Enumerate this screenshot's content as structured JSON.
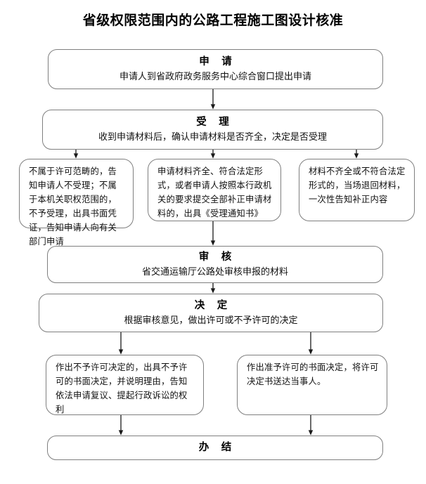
{
  "page": {
    "title": "省级权限范围内的公路工程施工图设计核准"
  },
  "flow": {
    "nodes": {
      "apply": {
        "head": "申 请",
        "body": "申请人到省政府政务服务中心综合窗口提出申请"
      },
      "accept": {
        "head": "受 理",
        "body": "收到申请材料后，确认申请材料是否齐全，决定是否受理"
      },
      "reject": {
        "body": "不属于许可范畴的，告知申请人不受理；不属于本机关职权范围的，不予受理，出具书面凭证，告知申请人向有关部门申请"
      },
      "complete": {
        "body": "申请材料齐全、符合法定形式，或者申请人按照本行政机关的要求提交全部补正申请材料的，出具《受理通知书》"
      },
      "incomplete": {
        "body": "材料不齐全或不符合法定形式的，当场退回材料，一次性告知补正内容"
      },
      "review": {
        "head": "审 核",
        "body": "省交通运输厅公路处审核申报的材料"
      },
      "decision": {
        "head": "决 定",
        "body": "根据审核意见，做出许可或不予许可的决定"
      },
      "deny": {
        "body": "作出不予许可决定的，出具不予许可的书面决定，并说明理由，告知依法申请复议、提起行政诉讼的权利"
      },
      "approve": {
        "body": "作出准予许可的书面决定，将许可决定书送达当事人。"
      },
      "finish": {
        "head": "办 结"
      }
    },
    "colors": {
      "box_border": "#7f7f7f",
      "connector": "#1a1a1a",
      "background": "#ffffff",
      "text": "#111111"
    }
  }
}
